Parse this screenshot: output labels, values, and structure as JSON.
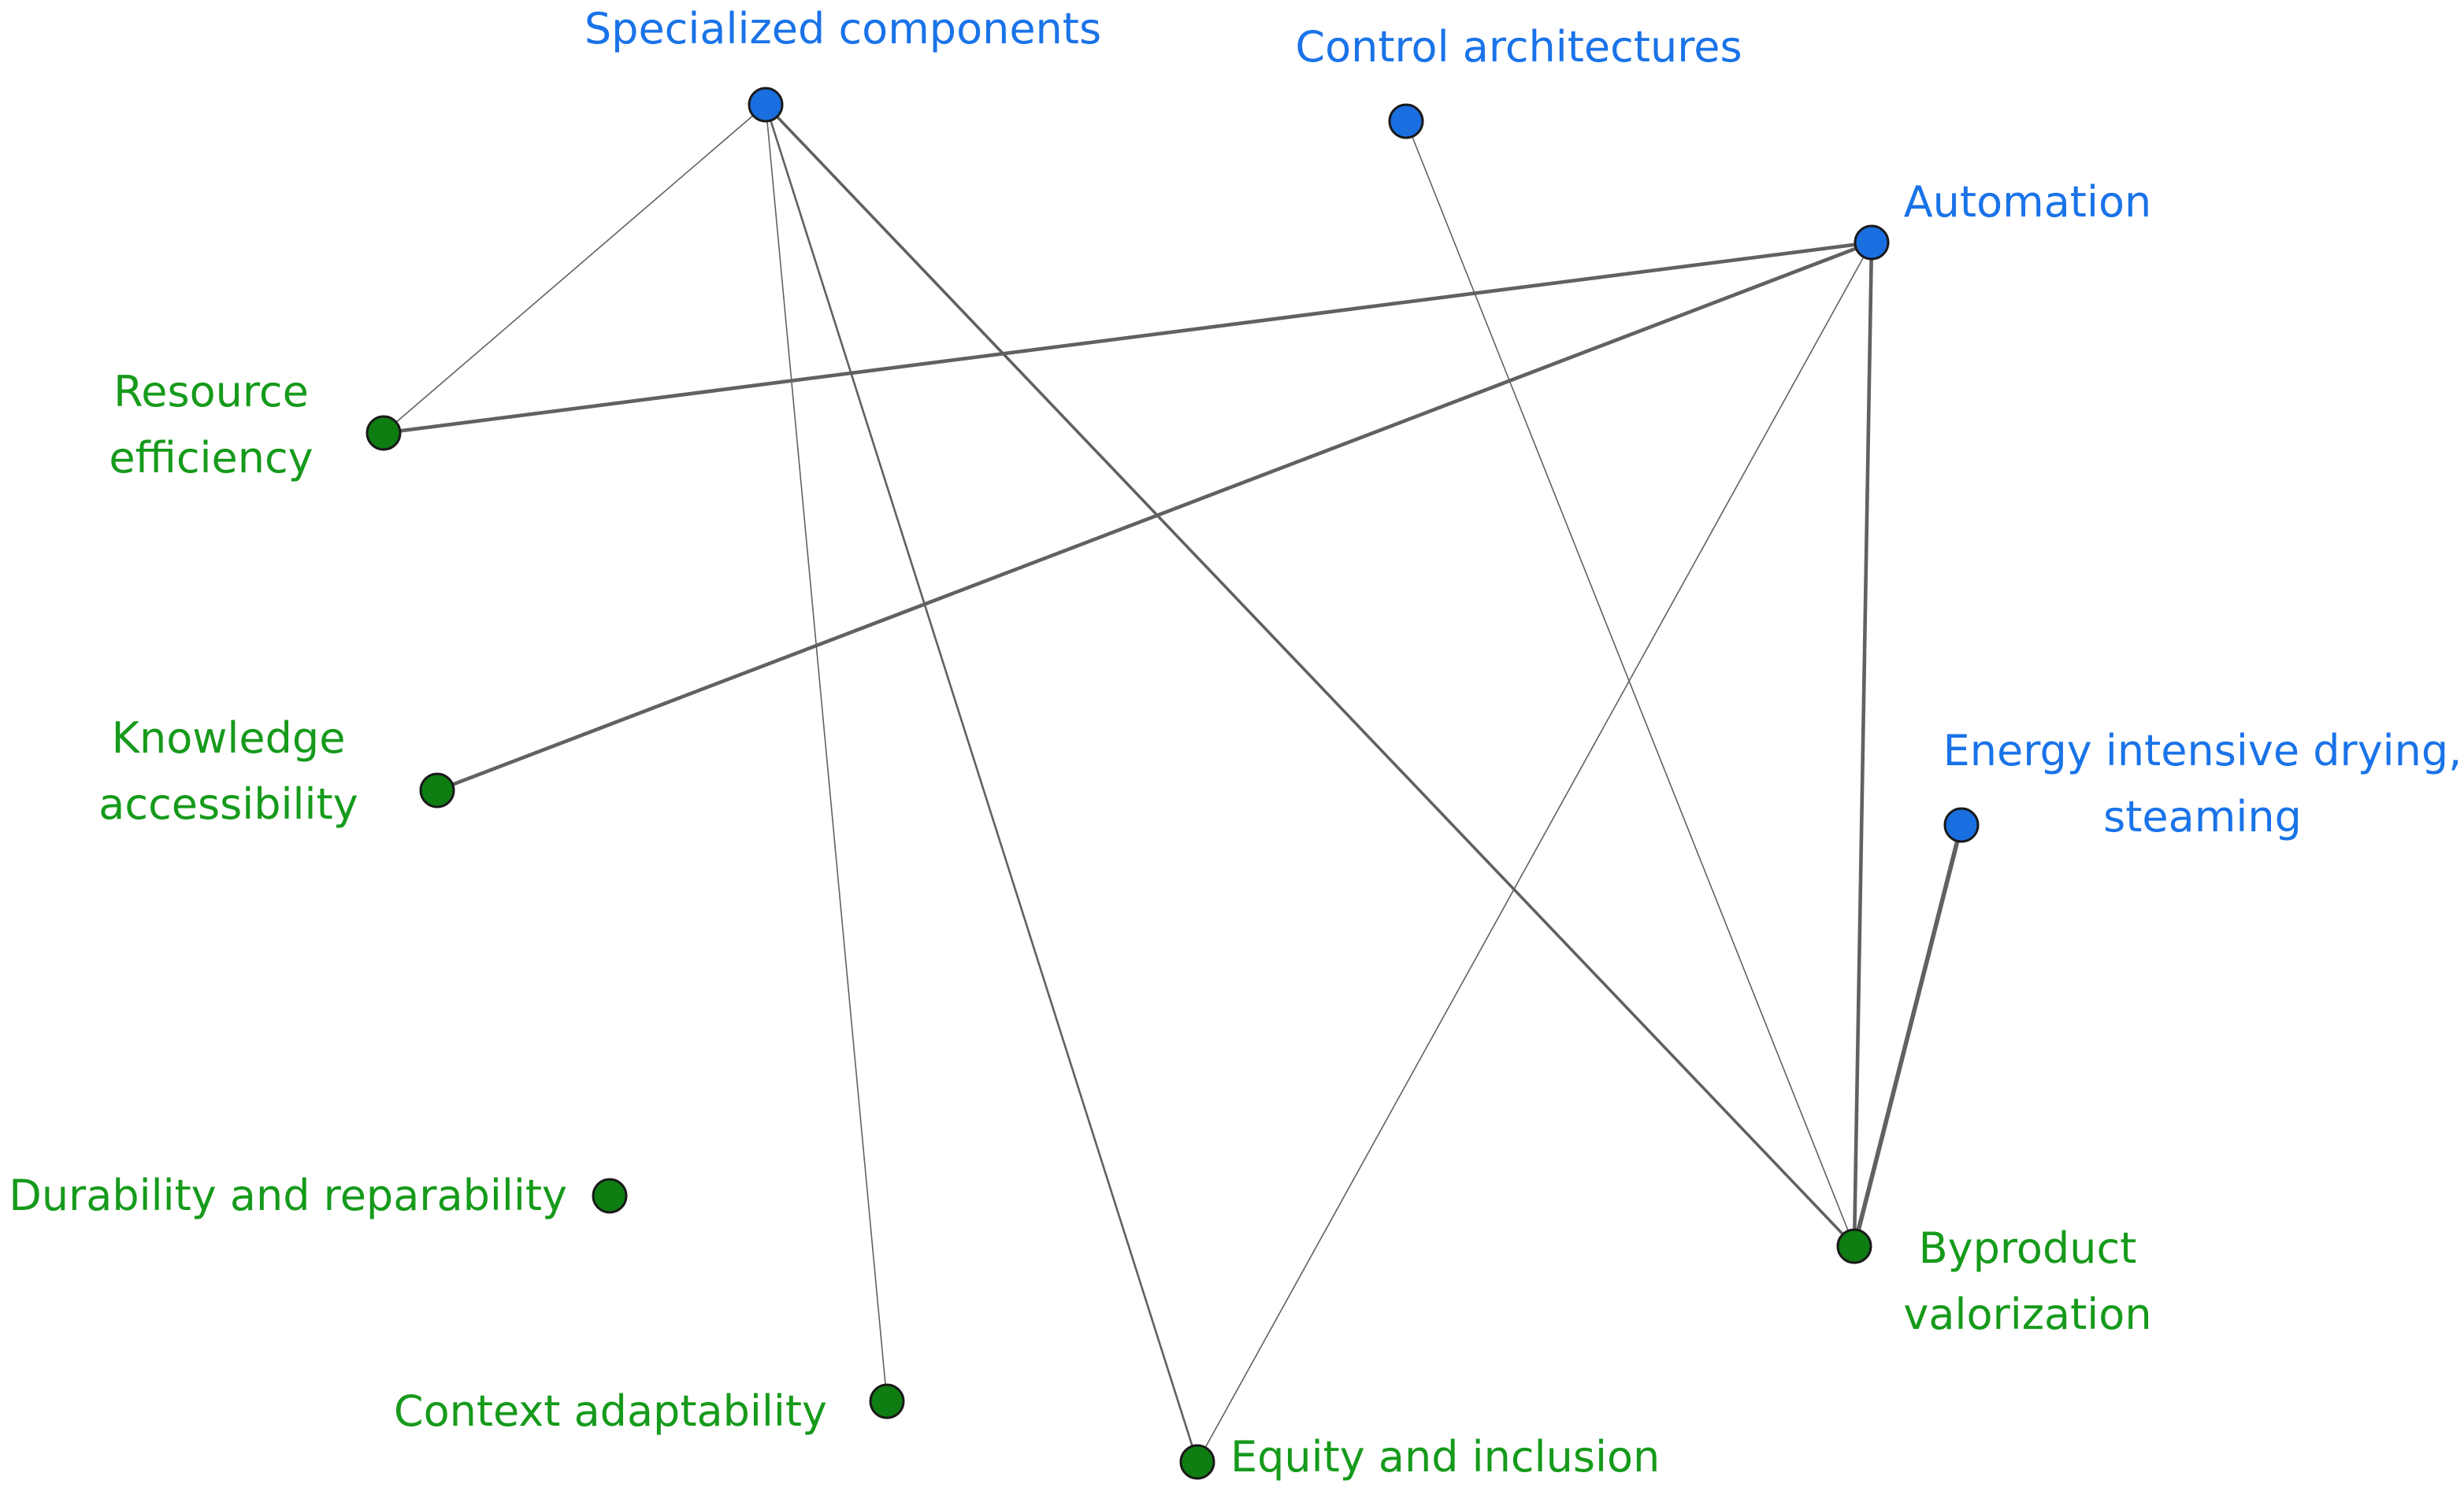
{
  "colors": {
    "blue_node": "#1a6fe0",
    "blue_text": "#1a73e8",
    "green_node": "#0e7d12",
    "green_text": "#169a1b",
    "edge": "#616161"
  },
  "nodes": [
    {
      "id": "specialized-components",
      "group": "blue",
      "label": [
        "Specialized components"
      ]
    },
    {
      "id": "control-architectures",
      "group": "blue",
      "label": [
        "Control architectures"
      ]
    },
    {
      "id": "automation",
      "group": "blue",
      "label": [
        "Automation"
      ]
    },
    {
      "id": "energy-intensive",
      "group": "blue",
      "label": [
        "Energy intensive drying,",
        "steaming"
      ]
    },
    {
      "id": "resource-efficiency",
      "group": "green",
      "label": [
        "Resource",
        "efficiency"
      ]
    },
    {
      "id": "knowledge-accessibility",
      "group": "green",
      "label": [
        "Knowledge",
        "accessibility"
      ]
    },
    {
      "id": "durability-reparability",
      "group": "green",
      "label": [
        "Durability and reparability"
      ]
    },
    {
      "id": "context-adaptability",
      "group": "green",
      "label": [
        "Context adaptability"
      ]
    },
    {
      "id": "equity-inclusion",
      "group": "green",
      "label": [
        "Equity and inclusion"
      ]
    },
    {
      "id": "byproduct-valorization",
      "group": "green",
      "label": [
        "Byproduct",
        "valorization"
      ]
    }
  ],
  "edges": [
    {
      "source": "specialized-components",
      "target": "resource-efficiency",
      "weight": 1
    },
    {
      "source": "specialized-components",
      "target": "context-adaptability",
      "weight": 1
    },
    {
      "source": "specialized-components",
      "target": "equity-inclusion",
      "weight": 2
    },
    {
      "source": "specialized-components",
      "target": "byproduct-valorization",
      "weight": 3
    },
    {
      "source": "control-architectures",
      "target": "byproduct-valorization",
      "weight": 1
    },
    {
      "source": "automation",
      "target": "resource-efficiency",
      "weight": 4
    },
    {
      "source": "automation",
      "target": "knowledge-accessibility",
      "weight": 4
    },
    {
      "source": "automation",
      "target": "equity-inclusion",
      "weight": 1
    },
    {
      "source": "automation",
      "target": "byproduct-valorization",
      "weight": 4
    },
    {
      "source": "energy-intensive",
      "target": "byproduct-valorization",
      "weight": 5
    }
  ]
}
